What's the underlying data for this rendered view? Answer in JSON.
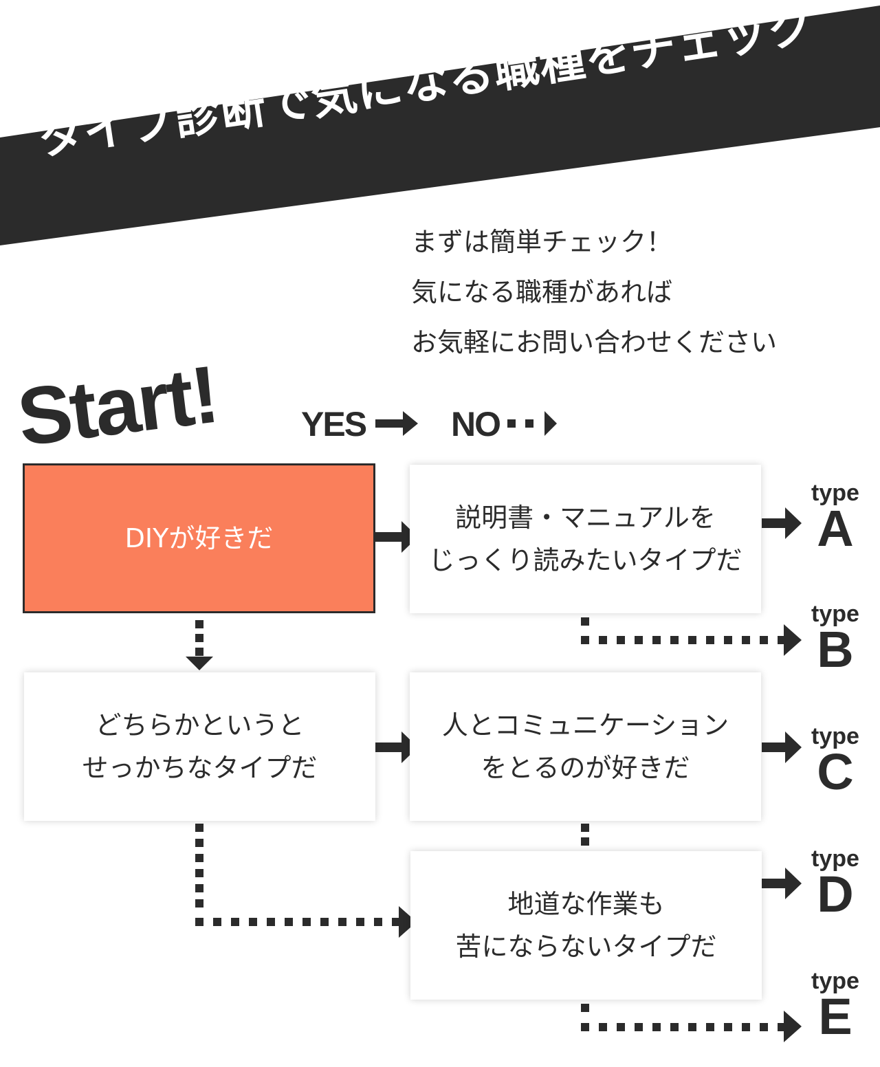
{
  "banner": {
    "title": "タイプ診断で気になる職種をチェック"
  },
  "intro": {
    "lines": [
      "まずは簡単チェック！",
      "気になる職種があれば",
      "お気軽にお問い合わせください"
    ]
  },
  "start_label": "Start!",
  "legend": {
    "yes": "YES",
    "no": "NO"
  },
  "nodes": {
    "diy": {
      "lines": [
        "DIYが好きだ"
      ]
    },
    "manual": {
      "lines": [
        "説明書・マニュアルを",
        "じっくり読みたいタイプだ"
      ]
    },
    "impatient": {
      "lines": [
        "どちらかというと",
        "せっかちなタイプだ"
      ]
    },
    "communication": {
      "lines": [
        "人とコミュニケーション",
        "をとるのが好きだ"
      ]
    },
    "steady": {
      "lines": [
        "地道な作業も",
        "苦にならないタイプだ"
      ]
    }
  },
  "types": [
    {
      "prefix": "type",
      "letter": "A"
    },
    {
      "prefix": "type",
      "letter": "B"
    },
    {
      "prefix": "type",
      "letter": "C"
    },
    {
      "prefix": "type",
      "letter": "D"
    },
    {
      "prefix": "type",
      "letter": "E"
    }
  ],
  "colors": {
    "dark": "#2b2b2b",
    "accent": "#fa7f5b",
    "background": "#ffffff"
  }
}
